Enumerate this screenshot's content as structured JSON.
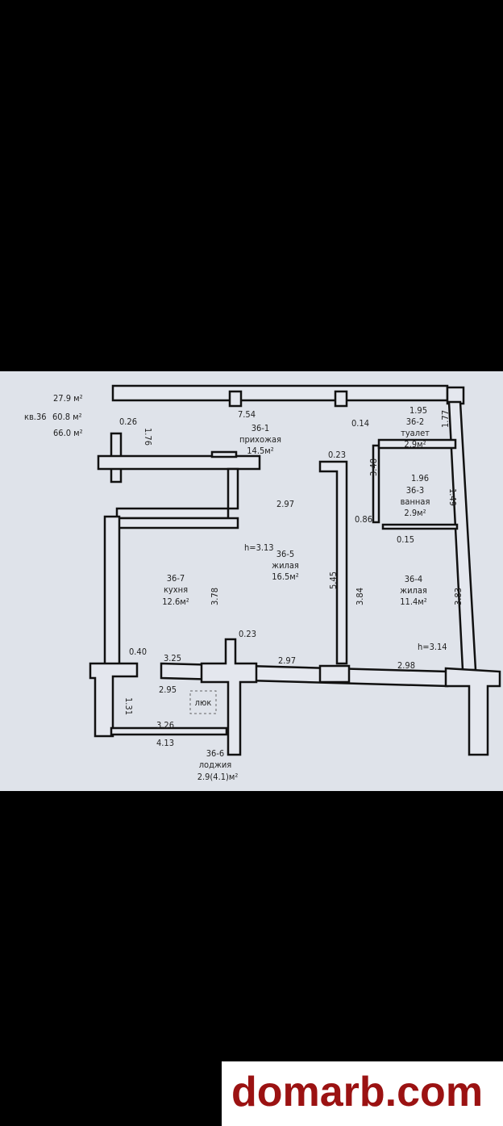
{
  "summary": {
    "area1": "27.9 м²",
    "apt": "кв.36",
    "area2": "60.8 м²",
    "area3": "66.0 м²"
  },
  "rooms": [
    {
      "id": "36-1",
      "name": "прихожая",
      "area": "14.5м²"
    },
    {
      "id": "36-2",
      "name": "туалет",
      "area": "2.9м²"
    },
    {
      "id": "36-3",
      "name": "ванная",
      "area": "2.9м²"
    },
    {
      "id": "36-4",
      "name": "жилая",
      "area": "11.4м²"
    },
    {
      "id": "36-5",
      "name": "жилая",
      "area": "16.5м²"
    },
    {
      "id": "36-6",
      "name": "лоджия",
      "area": "2.9(4.1)м²"
    },
    {
      "id": "36-7",
      "name": "кухня",
      "area": "12.6м²"
    }
  ],
  "dims": [
    "7.54",
    "0.26",
    "1.76",
    "2.97",
    "0.23",
    "0.14",
    "1.95",
    "1.77",
    "3.48",
    "1.96",
    "1.49",
    "0.86",
    "0.15",
    "5.45",
    "3.84",
    "3.83",
    "3.78",
    "0.23",
    "0.40",
    "3.25",
    "2.97",
    "2.98",
    "2.95",
    "1.31",
    "3.26",
    "4.13"
  ],
  "heights": [
    "h=3.13",
    "h=3.14"
  ],
  "hatch": "люк",
  "watermark": "domarb.com"
}
